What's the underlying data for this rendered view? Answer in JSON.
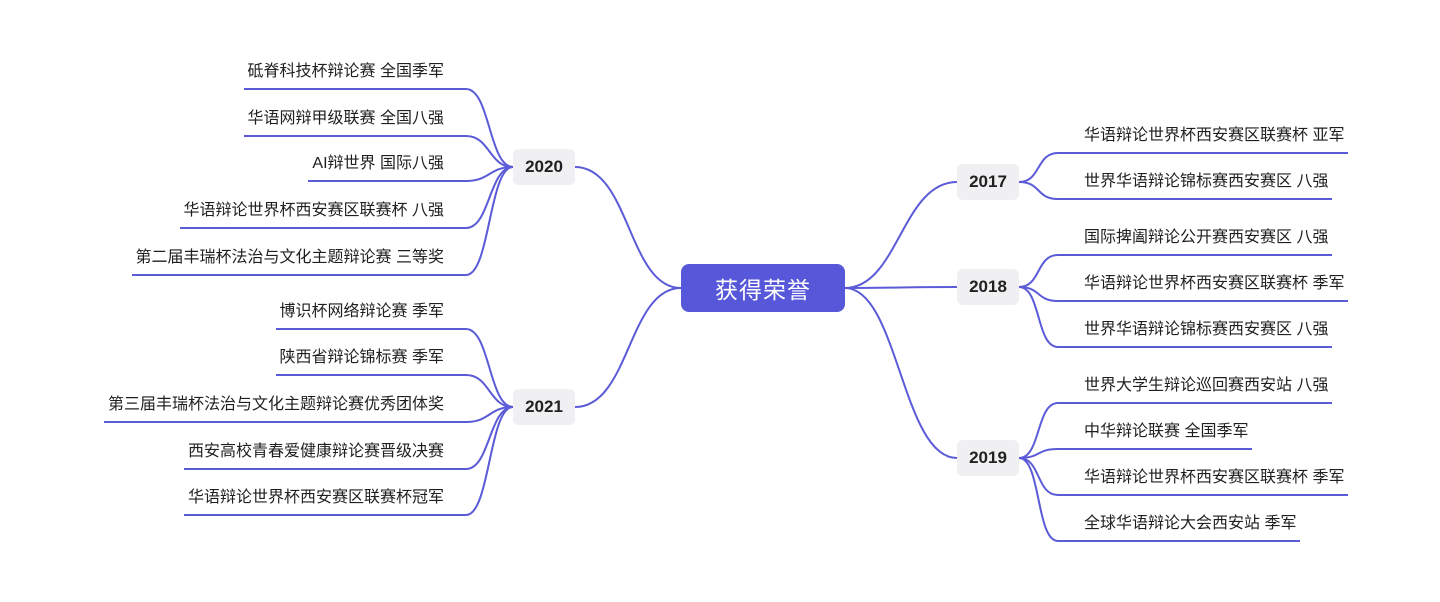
{
  "center": {
    "label": "获得荣誉"
  },
  "branches": [
    {
      "year": "2020",
      "items": [
        "砥脊科技杯辩论赛 全国季军",
        "华语网辩甲级联赛 全国八强",
        "AI辩世界 国际八强",
        "华语辩论世界杯西安赛区联赛杯 八强",
        "第二届丰瑞杯法治与文化主题辩论赛 三等奖"
      ]
    },
    {
      "year": "2021",
      "items": [
        "博识杯网络辩论赛 季军",
        "陕西省辩论锦标赛 季军",
        "第三届丰瑞杯法治与文化主题辩论赛优秀团体奖",
        "西安高校青春爱健康辩论赛晋级决赛",
        "华语辩论世界杯西安赛区联赛杯冠军"
      ]
    },
    {
      "year": "2017",
      "items": [
        "华语辩论世界杯西安赛区联赛杯 亚军",
        "世界华语辩论锦标赛西安赛区 八强"
      ]
    },
    {
      "year": "2018",
      "items": [
        "国际捭阖辩论公开赛西安赛区 八强",
        "华语辩论世界杯西安赛区联赛杯 季军",
        "世界华语辩论锦标赛西安赛区 八强"
      ]
    },
    {
      "year": "2019",
      "items": [
        "世界大学生辩论巡回赛西安站 八强",
        "中华辩论联赛 全国季军",
        "华语辩论世界杯西安赛区联赛杯 季军",
        "全球华语辩论大会西安站 季军"
      ]
    }
  ],
  "colors": {
    "accent": "#5757D9",
    "line": "#5B5BD8",
    "year_bg": "#F0F0F2",
    "year_text": "#212121",
    "leaf_text": "#1F1F1F"
  }
}
